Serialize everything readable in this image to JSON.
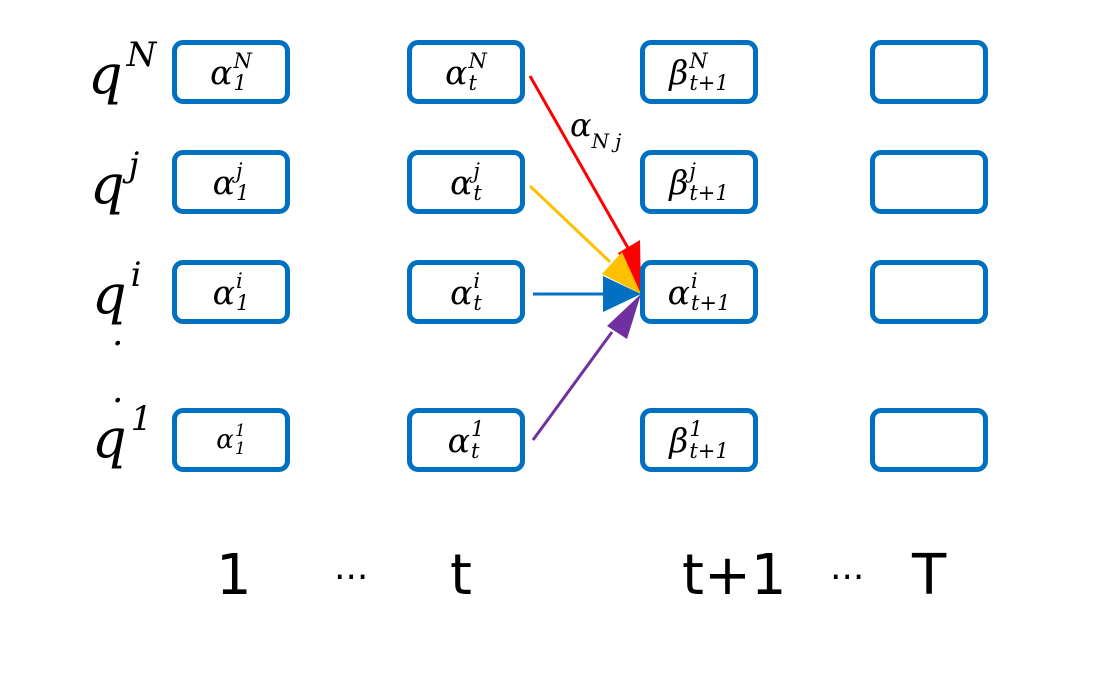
{
  "colors": {
    "cell_border": "#0070c0",
    "arrow_from_N": "#ff0000",
    "arrow_from_j": "#ffc000",
    "arrow_from_i": "#0070c0",
    "arrow_from_1": "#7030a0"
  },
  "rows": [
    {
      "base": "q",
      "sup": "N"
    },
    {
      "base": "q",
      "sup": "j"
    },
    {
      "base": "q",
      "sup": "i"
    },
    {
      "base": "q",
      "sup": "1"
    }
  ],
  "vertical_ellipsis": ".",
  "cells": {
    "col1": [
      {
        "sym": "α",
        "sup": "N",
        "sub": "1"
      },
      {
        "sym": "α",
        "sup": "j",
        "sub": "1"
      },
      {
        "sym": "α",
        "sup": "i",
        "sub": "1"
      },
      {
        "sym": "α",
        "sup": "1",
        "sub": "1"
      }
    ],
    "colt": [
      {
        "sym": "α",
        "sup": "N",
        "sub": "t"
      },
      {
        "sym": "α",
        "sup": "j",
        "sub": "t"
      },
      {
        "sym": "α",
        "sup": "i",
        "sub": "t"
      },
      {
        "sym": "α",
        "sup": "1",
        "sub": "t"
      }
    ],
    "colt1": [
      {
        "sym": "β",
        "sup": "N",
        "sub": "t+1"
      },
      {
        "sym": "β",
        "sup": "j",
        "sub": "t+1"
      },
      {
        "sym": "α",
        "sup": "i",
        "sub": "t+1"
      },
      {
        "sym": "β",
        "sup": "1",
        "sub": "t+1"
      }
    ]
  },
  "edge_label": {
    "sym": "α",
    "sub": "Nj"
  },
  "x_labels": {
    "first": "1",
    "dots1": "···",
    "t": "t",
    "t1": "t+1",
    "dots2": "···",
    "T": "T"
  }
}
